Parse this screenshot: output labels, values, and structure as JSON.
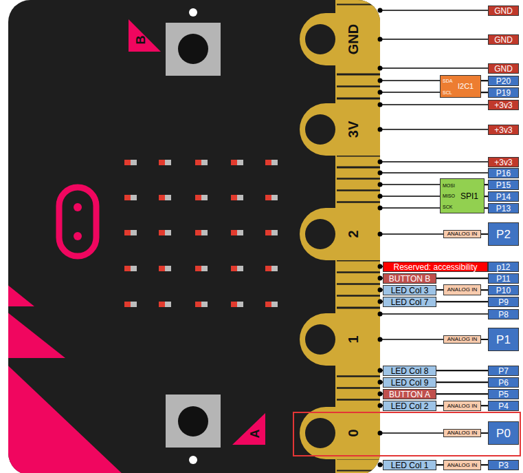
{
  "diagram": {
    "nodes": [
      {
        "text": [
          "GND"
        ]
      },
      {
        "text": [
          "GND"
        ]
      },
      {
        "text": [
          "GND"
        ]
      },
      {
        "text": [
          "SDA",
          "SCL",
          "I2C1"
        ]
      },
      {
        "text": [
          "P20"
        ]
      },
      {
        "text": [
          "P19"
        ]
      },
      {
        "text": [
          "+3v3"
        ]
      },
      {
        "text": [
          "+3v3"
        ]
      },
      {
        "text": [
          "+3v3"
        ]
      },
      {
        "text": [
          "P16"
        ]
      },
      {
        "text": [
          "MOSI",
          "MISO",
          "SCK",
          "SPI1"
        ]
      },
      {
        "text": [
          "P15"
        ]
      },
      {
        "text": [
          "P14"
        ]
      },
      {
        "text": [
          "P13"
        ]
      },
      {
        "text": [
          "ANALOG IN"
        ]
      },
      {
        "text": [
          "P2"
        ]
      },
      {
        "text": [
          "Reserved: accessibility"
        ]
      },
      {
        "text": [
          "p12"
        ]
      },
      {
        "text": [
          "BUTTON B"
        ]
      },
      {
        "text": [
          "P11"
        ]
      },
      {
        "text": [
          "LED Col 3"
        ]
      },
      {
        "text": [
          "ANALOG IN"
        ]
      },
      {
        "text": [
          "P10"
        ]
      },
      {
        "text": [
          "LED Col 7"
        ]
      },
      {
        "text": [
          "P9"
        ]
      },
      {
        "text": [
          "P8"
        ]
      },
      {
        "text": [
          "ANALOG IN"
        ]
      },
      {
        "text": [
          "P1"
        ]
      },
      {
        "text": [
          "LED Col 8"
        ]
      },
      {
        "text": [
          "P7"
        ]
      },
      {
        "text": [
          "LED Col 9"
        ]
      },
      {
        "text": [
          "P6"
        ]
      },
      {
        "text": [
          "BUTTON A"
        ]
      },
      {
        "text": [
          "P5"
        ]
      },
      {
        "text": [
          "LED Col 2"
        ]
      },
      {
        "text": [
          "ANALOG IN"
        ]
      },
      {
        "text": [
          "P4"
        ]
      },
      {
        "text": [
          "ANALOG IN"
        ]
      },
      {
        "text": [
          "P0"
        ]
      },
      {
        "text": [
          "LED Col 1"
        ]
      },
      {
        "text": [
          "ANALOG IN"
        ]
      },
      {
        "text": [
          "P3"
        ]
      }
    ],
    "edges": [
      {
        "from": 3,
        "to": 4,
        "arrow": "none"
      },
      {
        "from": 3,
        "to": 5,
        "arrow": "none"
      },
      {
        "from": 10,
        "to": 11,
        "arrow": "none"
      },
      {
        "from": 10,
        "to": 12,
        "arrow": "none"
      },
      {
        "from": 10,
        "to": 13,
        "arrow": "none"
      },
      {
        "from": 14,
        "to": 15,
        "arrow": "none"
      },
      {
        "from": 18,
        "to": 19,
        "arrow": "none"
      },
      {
        "from": 20,
        "to": 21,
        "arrow": "none"
      },
      {
        "from": 21,
        "to": 22,
        "arrow": "none"
      },
      {
        "from": 23,
        "to": 24,
        "arrow": "none"
      },
      {
        "from": 26,
        "to": 27,
        "arrow": "none"
      },
      {
        "from": 28,
        "to": 29,
        "arrow": "none"
      },
      {
        "from": 30,
        "to": 31,
        "arrow": "none"
      },
      {
        "from": 32,
        "to": 33,
        "arrow": "none"
      },
      {
        "from": 34,
        "to": 35,
        "arrow": "none"
      },
      {
        "from": 35,
        "to": 36,
        "arrow": "none"
      },
      {
        "from": 37,
        "to": 38,
        "arrow": "none"
      },
      {
        "from": 39,
        "to": 40,
        "arrow": "none"
      },
      {
        "from": 40,
        "to": 41,
        "arrow": "none"
      }
    ],
    "labels": [
      "GND",
      "3V",
      "2",
      "1",
      "0",
      "B",
      "A"
    ]
  }
}
